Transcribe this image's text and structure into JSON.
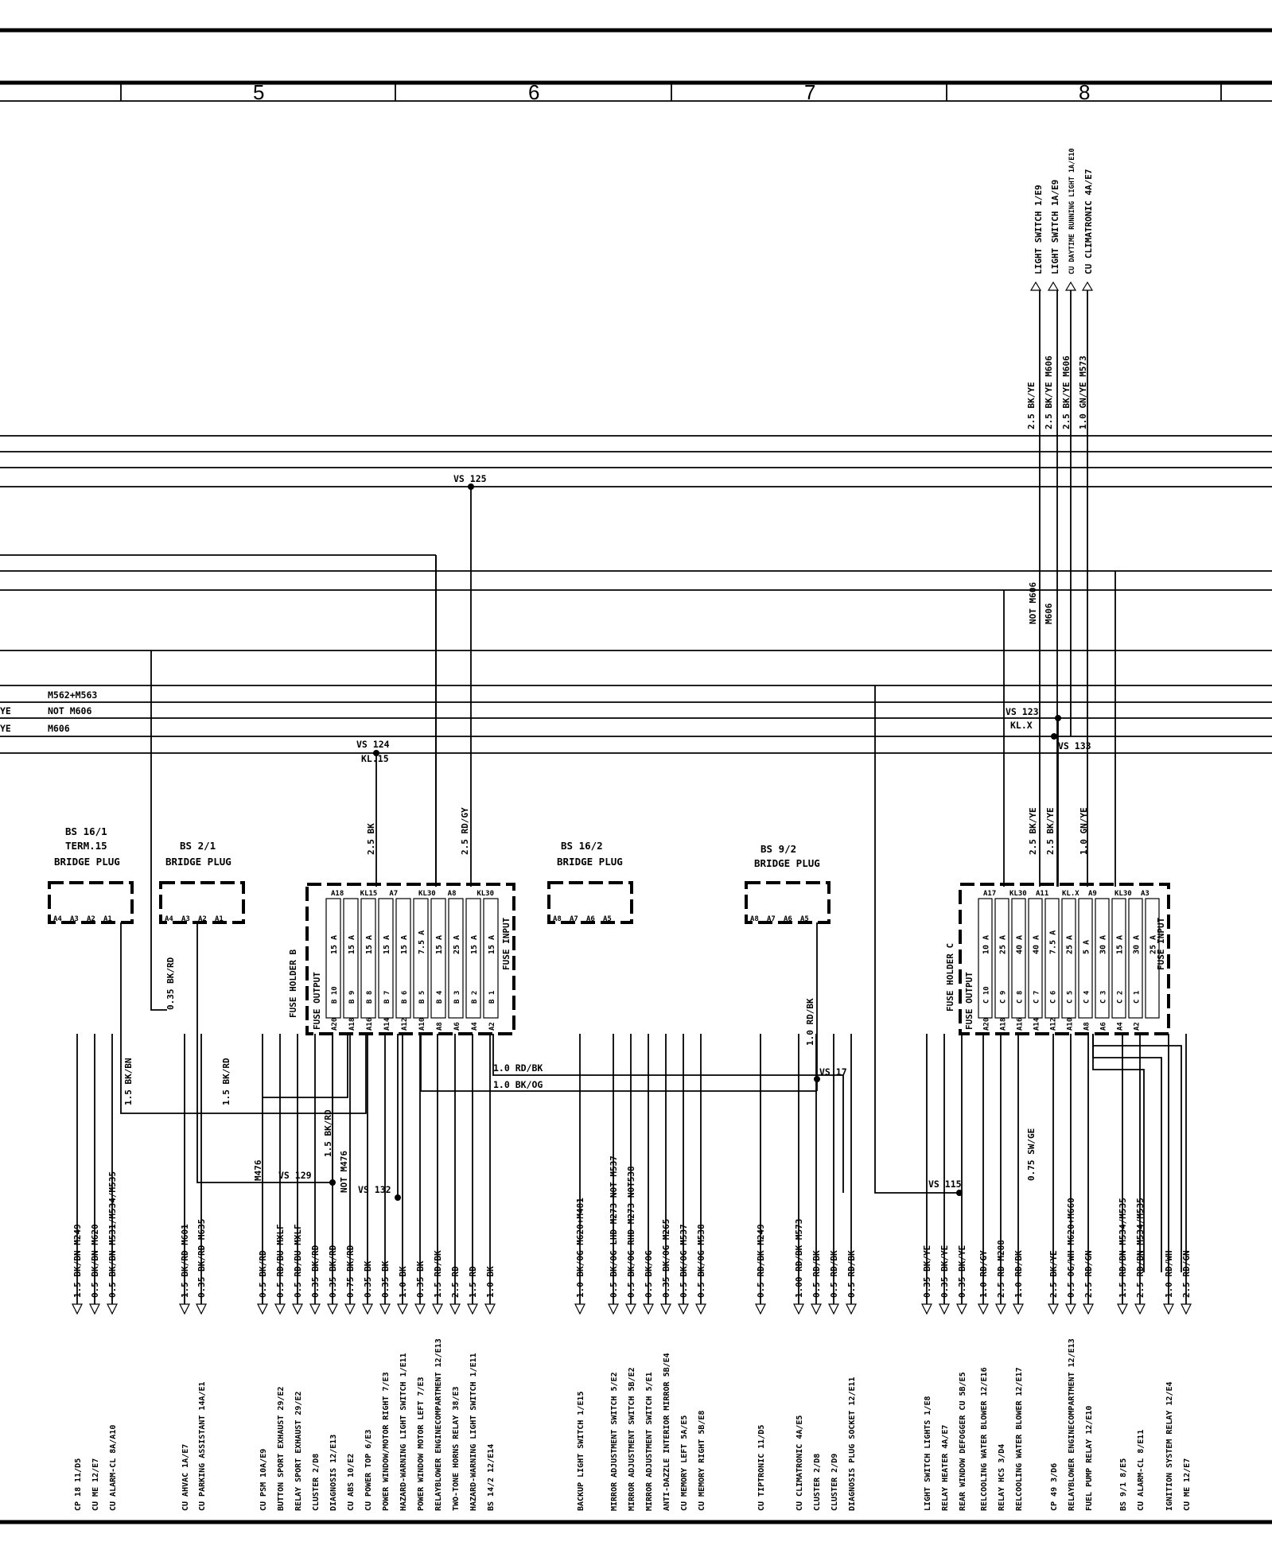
{
  "grid": {
    "columns": [
      "5",
      "6",
      "7",
      "8"
    ]
  },
  "top_connectors": {
    "labels": [
      "LIGHT SWITCH 1/E9",
      "LIGHT SWITCH 1A/E9",
      "CU DAYTIME RUNNING LIGHT 1A/E10",
      "CU CLIMATRONIC 4A/E7"
    ],
    "wires": [
      "2.5 BK/YE",
      "2.5 BK/YE M606",
      "2.5 BK/YE M606",
      "1.0 GN/YE M573"
    ]
  },
  "bus": {
    "vs125": "VS 125",
    "notes": [
      "M562+M563",
      "NOT M606",
      "M606"
    ],
    "left_stub": [
      "YE",
      "YE"
    ],
    "m606_labels": [
      "NOT M606",
      "M606"
    ]
  },
  "nodes": {
    "vs124": "VS 124",
    "kl15": "KL.15",
    "vs123": "VS 123",
    "klx": "KL.X",
    "vs133": "VS 133",
    "vs17": "VS 17",
    "vs129": "VS 129",
    "vs132": "VS 132",
    "vs115": "VS 115"
  },
  "vertical_wires": {
    "fb_b_in1": "2.5 BK",
    "fb_b_in2": "2.5 RD/GY",
    "fb_c_in1": "2.5 BK/YE",
    "fb_c_in2": "2.5 BK/YE",
    "fb_c_in3": "1.0 GN/YE",
    "bs16_out": "1.5 BK/BN",
    "bs2_out": "1.5 BK/RD",
    "bs2_in": "0.35 BK/RD",
    "bs92_in": "1.0 RD/BK",
    "m476": "M476",
    "not_m476": "NOT M476",
    "vs129_wire": "1.5 BK/RD",
    "relay_c": "0.75 SW/GE"
  },
  "horizontal_wires": {
    "rdbk": "1.0 RD/BK",
    "bkog": "1.0 BK/OG"
  },
  "bridge_plugs": [
    {
      "id": "BS 16/1",
      "sub": "TERM.15",
      "name": "BRIDGE PLUG",
      "pins": [
        "A4",
        "A3",
        "A2",
        "A1"
      ]
    },
    {
      "id": "BS 2/1",
      "sub": "",
      "name": "BRIDGE PLUG",
      "pins": [
        "A4",
        "A3",
        "A2",
        "A1"
      ]
    },
    {
      "id": "BS 16/2",
      "sub": "",
      "name": "BRIDGE PLUG",
      "pins": [
        "A8",
        "A7",
        "A6",
        "A5"
      ]
    },
    {
      "id": "BS 9/2",
      "sub": "",
      "name": "BRIDGE PLUG",
      "pins": [
        "A8",
        "A7",
        "A6",
        "A5"
      ]
    }
  ],
  "fuse_holder_b": {
    "name": "FUSE HOLDER B",
    "output": "FUSE OUTPUT",
    "input": "FUSE INPUT",
    "top_pins": [
      "A18",
      "KL15",
      "A7",
      "KL30",
      "A8",
      "KL30"
    ],
    "ratings": [
      "15 A",
      "15 A",
      "15 A",
      "15 A",
      "15 A",
      "7.5 A",
      "15 A",
      "25 A",
      "15 A",
      "15 A"
    ],
    "slots": [
      "B 10",
      "B 9",
      "B 8",
      "B 7",
      "B 6",
      "B 5",
      "B 4",
      "B 3",
      "B 2",
      "B 1"
    ],
    "out_pins": [
      "A20",
      "A18",
      "A16",
      "A14",
      "A12",
      "A10",
      "A8",
      "A6",
      "A4",
      "A2"
    ]
  },
  "fuse_holder_c": {
    "name": "FUSE HOLDER C",
    "output": "FUSE OUTPUT",
    "input": "FUSE INPUT",
    "top_pins": [
      "A17",
      "KL30",
      "A11",
      "KL.X",
      "A9",
      "KL30",
      "A3"
    ],
    "ratings": [
      "10 A",
      "25 A",
      "40 A",
      "40 A",
      "7.5 A",
      "25 A",
      "5 A",
      "30 A",
      "15 A",
      "30 A",
      "25 A"
    ],
    "slots": [
      "C 10",
      "C 9",
      "C 8",
      "C 7",
      "C 6",
      "C 5",
      "C 4",
      "C 3",
      "C 2",
      "C 1"
    ],
    "out_pins": [
      "A20",
      "A18",
      "A16",
      "A14",
      "A12",
      "A10",
      "A8",
      "A6",
      "A4",
      "A2"
    ]
  },
  "outputs": [
    {
      "wire": "1.5 BK/BN  M249",
      "dest": "CP 18  11/D5"
    },
    {
      "wire": "0.5 BK/BN  M620",
      "dest": "CU ME  12/E7"
    },
    {
      "wire": "0.5 BK/BN  M531/M534/M535",
      "dest": "CU ALARM-CL  8A/A10"
    },
    {
      "wire": "1.5 BK/RD  M601",
      "dest": "CU AHVAC  1A/E7"
    },
    {
      "wire": "0.35 BK/RD M635",
      "dest": "CU PARKING ASSISTANT 14A/E1"
    },
    {
      "wire": "0.5 BK/RD",
      "dest": "CU PSM 10A/E9"
    },
    {
      "wire": "0.5 RD/BU MXLF",
      "dest": "BUTTON SPORT EXHAUST  29/E2"
    },
    {
      "wire": "0.5 RD/BU MXLF",
      "dest": "RELAY SPORT EXHAUST  29/E2"
    },
    {
      "wire": "0.35 BK/RD",
      "dest": "CLUSTER  2/D8"
    },
    {
      "wire": "0.35 BK/RD",
      "dest": "DIAGNOSIS 12/E13"
    },
    {
      "wire": "0.75 BK/RD",
      "dest": "CU ABS 10/E2"
    },
    {
      "wire": "0.35 BK",
      "dest": "CU POWER TOP  6/E3"
    },
    {
      "wire": "0.35 BK",
      "dest": "POWER WINDOW/MOTOR RIGHT  7/E3"
    },
    {
      "wire": "1.0 BK",
      "dest": "HAZARD-WARNING LIGHT SWITCH  1/E11"
    },
    {
      "wire": "0.35 BK",
      "dest": "POWER WINDOW MOTOR LEFT  7/E3"
    },
    {
      "wire": "1.5 RD/BK",
      "dest": "RELAYBLOWER ENGINECOMPARTMENT 12/E13"
    },
    {
      "wire": "2.5 RD",
      "dest": "TWO-TONE HORNS RELAY 38/E3"
    },
    {
      "wire": "1.5 RD",
      "dest": "HAZARD-WARNING LIGHT SWITCH  1/E11"
    },
    {
      "wire": "1.0 BK",
      "dest": "BS 14/2  12/E14"
    },
    {
      "wire": "1.0 BK/OG  M620+M481",
      "dest": "BACKUP LIGHT SWITCH  1/E15"
    },
    {
      "wire": "0.5 BK/OG  LHD M273 NOT M537",
      "dest": "MIRROR ADJUSTMENT SWITCH  5/E2"
    },
    {
      "wire": "0.5 BK/OG  RHD M273 NOT538",
      "dest": "MIRROR ADJUSTMENT SWITCH  5B/E2"
    },
    {
      "wire": "0.5 BK/OG",
      "dest": "MIRROR ADJUSTMENT SWITCH  5/E1"
    },
    {
      "wire": "0.35 BK/OG  M265",
      "dest": "ANTI-DAZZLE INTERIOR MIRROR  5B/E4"
    },
    {
      "wire": "0.5 BK/OG  M537",
      "dest": "CU MEMORY LEFT  5A/E5"
    },
    {
      "wire": "0.5 BK/OG  M538",
      "dest": "CU MEMORY RIGHT  5B/E8"
    },
    {
      "wire": "0.5 RD/BK  M249",
      "dest": "CU TIPTRONIC  11/D5"
    },
    {
      "wire": "1.00 RD/BK  M573",
      "dest": "CU CLIMATRONIC  4A/E5"
    },
    {
      "wire": "0.5 RD/BK",
      "dest": "CLUSTER  2/D8"
    },
    {
      "wire": "0.5 RD/BK",
      "dest": "CLUSTER  2/D9"
    },
    {
      "wire": "0.5 RD/BK",
      "dest": "DIAGNOSIS PLUG SOCKET 12/E11"
    },
    {
      "wire": "0.35 BK/YE",
      "dest": "LIGHT SWITCH LIGHTS  1/E8"
    },
    {
      "wire": "0.35 BK/YE",
      "dest": "RELAY HEATER  4A/E7"
    },
    {
      "wire": "0.35 BK/YE",
      "dest": "REAR WINDOW DEFOGGER CU  5B/E5"
    },
    {
      "wire": "1.0 RD/GY",
      "dest": "RELCOOLING WATER BLOWER 12/E16"
    },
    {
      "wire": "2.5 RD  M288",
      "dest": "RELAY HCS  3/D4"
    },
    {
      "wire": "1.0 RD/BK",
      "dest": "RELCOOLING WATER BLOWER 12/E17"
    },
    {
      "wire": "2.5 BK/YE",
      "dest": "CP 49  3/D6"
    },
    {
      "wire": "0.5 OG/WH  M620+M660",
      "dest": "RELAYBLOWER ENGINECOMPARTMENT 12/E13"
    },
    {
      "wire": "2.5 RD/GN",
      "dest": "FUEL PUMP RELAY 12/E10"
    },
    {
      "wire": "1.5 RD/BN  M534/M535",
      "dest": "BS 9/1  8/E5"
    },
    {
      "wire": "2.5 RD/BN  M534/M535",
      "dest": "CU ALARM-CL  8/E11"
    },
    {
      "wire": "1.0 RD/WH",
      "dest": "IGNITION SYSTEM RELAY 12/E4"
    },
    {
      "wire": "2.5 RD/GN",
      "dest": "CU ME  12/E7"
    }
  ]
}
